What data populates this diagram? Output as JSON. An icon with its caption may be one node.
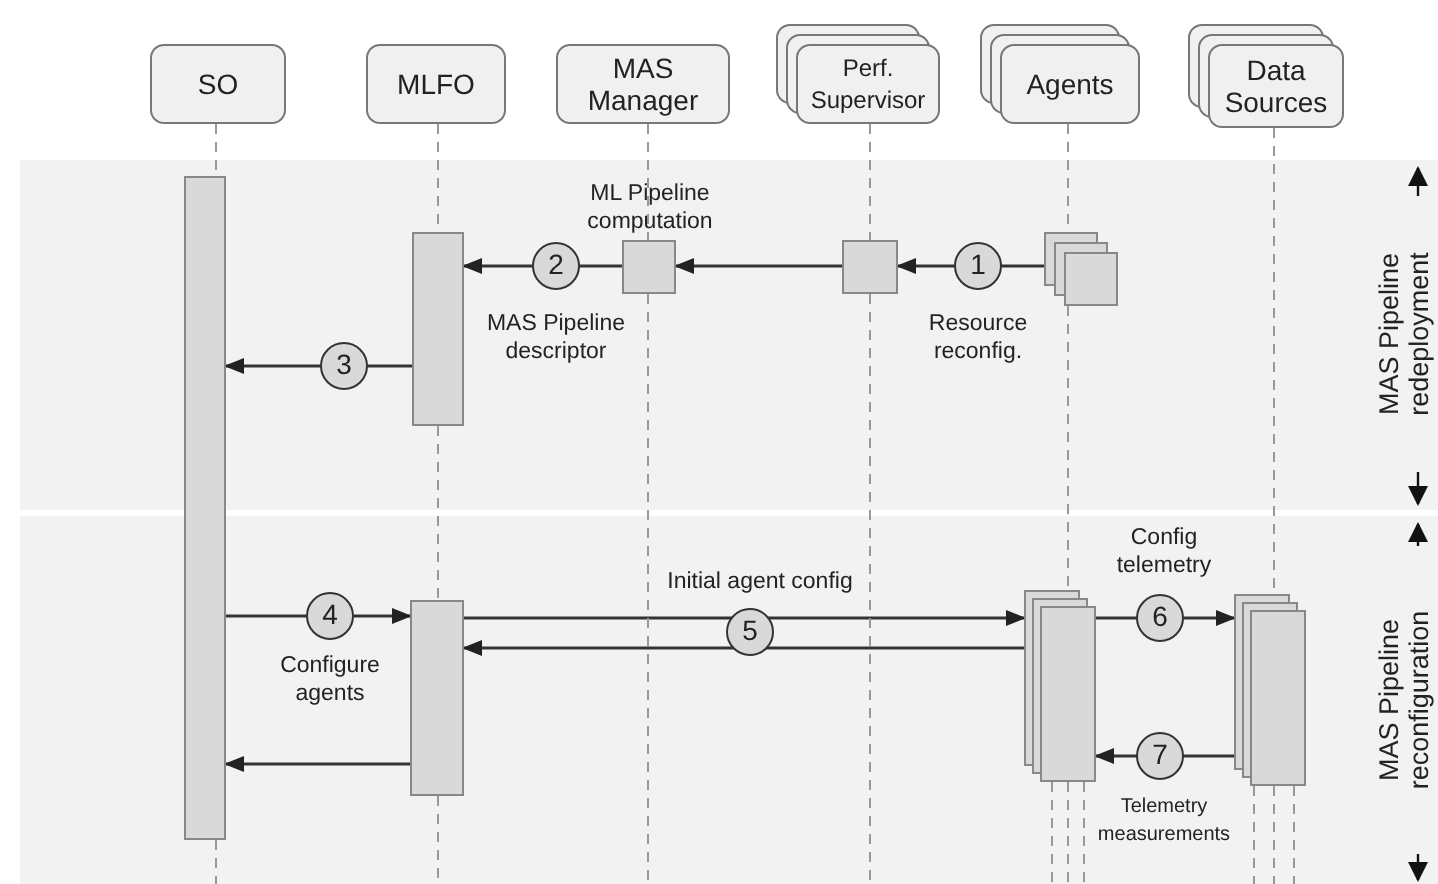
{
  "diagram": {
    "nodes": [
      {
        "text": [
          "SO"
        ]
      },
      {
        "text": [
          "MLFO"
        ]
      },
      {
        "text": [
          "MAS Manager"
        ]
      },
      {
        "text": [
          "Perf. Supervisor"
        ]
      },
      {
        "text": [
          "Agents"
        ]
      },
      {
        "text": [
          "Data Sources"
        ]
      },
      {
        "text": [],
        "shape": "box"
      },
      {
        "text": [],
        "shape": "box"
      },
      {
        "text": [],
        "shape": "box"
      },
      {
        "text": [],
        "shape": "box"
      },
      {
        "text": [],
        "shape": "box"
      },
      {
        "text": [],
        "shape": "box"
      },
      {
        "text": [],
        "shape": "box"
      },
      {
        "text": [],
        "shape": "box"
      }
    ],
    "edges": [
      {
        "from": 10,
        "to": 9,
        "arrow": "to",
        "label": "1"
      },
      {
        "from": 9,
        "to": 8,
        "arrow": "to"
      },
      {
        "from": 8,
        "to": 7,
        "arrow": "to",
        "label": "2"
      },
      {
        "from": 7,
        "to": 6,
        "arrow": "to",
        "label": "3"
      },
      {
        "from": 6,
        "to": 11,
        "arrow": "to",
        "label": "4"
      },
      {
        "from": 11,
        "to": 12,
        "arrow": "to",
        "label": "5"
      },
      {
        "from": 12,
        "to": 11,
        "arrow": "to"
      },
      {
        "from": 12,
        "to": 13,
        "arrow": "to",
        "label": "6"
      },
      {
        "from": 13,
        "to": 12,
        "arrow": "to",
        "label": "7"
      },
      {
        "from": 11,
        "to": 6,
        "arrow": "to"
      },
      {
        "from": 0,
        "to": 6,
        "arrow": "none",
        "style": "dashed",
        "color": "#999999"
      },
      {
        "from": 1,
        "to": 7,
        "arrow": "none",
        "style": "dashed",
        "color": "#999999"
      },
      {
        "from": 7,
        "to": 11,
        "arrow": "none",
        "style": "dashed",
        "color": "#999999"
      },
      {
        "from": 2,
        "to": 8,
        "arrow": "none",
        "style": "dashed",
        "color": "#999999"
      },
      {
        "from": 3,
        "to": 9,
        "arrow": "none",
        "style": "dashed",
        "color": "#999999"
      },
      {
        "from": 4,
        "to": 10,
        "arrow": "none",
        "style": "dashed",
        "color": "#999999"
      },
      {
        "from": 10,
        "to": 12,
        "arrow": "none",
        "style": "dashed",
        "color": "#999999"
      },
      {
        "from": 5,
        "to": 13,
        "arrow": "none",
        "style": "dashed",
        "color": "#999999"
      }
    ],
    "labels": [
      "ML Pipeline computation",
      "MAS Pipeline redeployment",
      "MAS Pipeline descriptor",
      "Resource reconfig.",
      "Config telemetry",
      "Initial agent config",
      "MAS Pipeline reconfiguration",
      "Configure agents",
      "Telemetry measurements"
    ]
  }
}
